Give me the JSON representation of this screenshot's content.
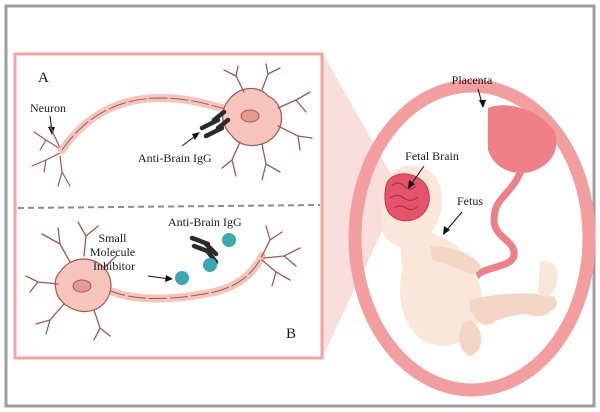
{
  "panels": {
    "a": {
      "letter": "A",
      "neuron_label": "Neuron",
      "antibody_label": "Anti-Brain IgG"
    },
    "b": {
      "letter": "B",
      "antibody_label": "Anti-Brain IgG",
      "inhibitor_label": [
        "Small",
        "Molecule",
        "Inhibitor"
      ]
    }
  },
  "pregnancy": {
    "placenta_label": "Placenta",
    "fetal_brain_label": "Fetal Brain",
    "fetus_label": "Fetus"
  },
  "colors": {
    "neuron_fill": "#f7c4bc",
    "neuron_stroke": "#9a5a52",
    "uterus": "#f29e9e",
    "placenta": "#ef7f86",
    "brain": "#e5546a",
    "fetus_skin": "#fbe6da",
    "inhibitor": "#3aa7b2",
    "antibody": "#2a2a2a",
    "panel_border": "#f5a3a0",
    "frame_border": "#9e9e9e"
  }
}
